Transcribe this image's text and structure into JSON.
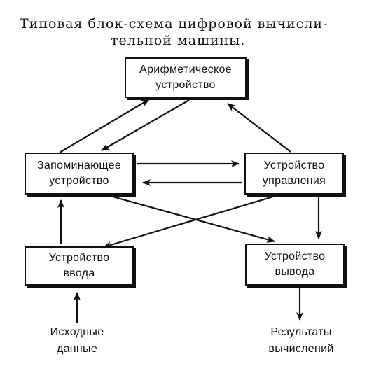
{
  "title": {
    "line1": "Типовая блок-схема цифровой вычисли-",
    "line2": "тельной машины."
  },
  "nodes": {
    "alu": {
      "line1": "Арифметическое",
      "line2": "устройство"
    },
    "memory": {
      "line1": "Запоминающее",
      "line2": "устройство"
    },
    "control": {
      "line1": "Устройство",
      "line2": "управления"
    },
    "input": {
      "line1": "Устройство",
      "line2": "ввода"
    },
    "output": {
      "line1": "Устройство",
      "line2": "вывода"
    }
  },
  "captions": {
    "source": {
      "line1": "Исходные",
      "line2": "данные"
    },
    "results": {
      "line1": "Результаты",
      "line2": "вычислений"
    }
  },
  "edges": [
    {
      "from": "memory",
      "to": "alu"
    },
    {
      "from": "alu",
      "to": "memory"
    },
    {
      "from": "control",
      "to": "alu"
    },
    {
      "from": "memory",
      "to": "control"
    },
    {
      "from": "control",
      "to": "memory"
    },
    {
      "from": "input",
      "to": "memory"
    },
    {
      "from": "control",
      "to": "output"
    },
    {
      "from": "memory",
      "to": "output"
    },
    {
      "from": "control",
      "to": "input"
    },
    {
      "from": "source",
      "to": "input"
    },
    {
      "from": "output",
      "to": "results"
    }
  ]
}
